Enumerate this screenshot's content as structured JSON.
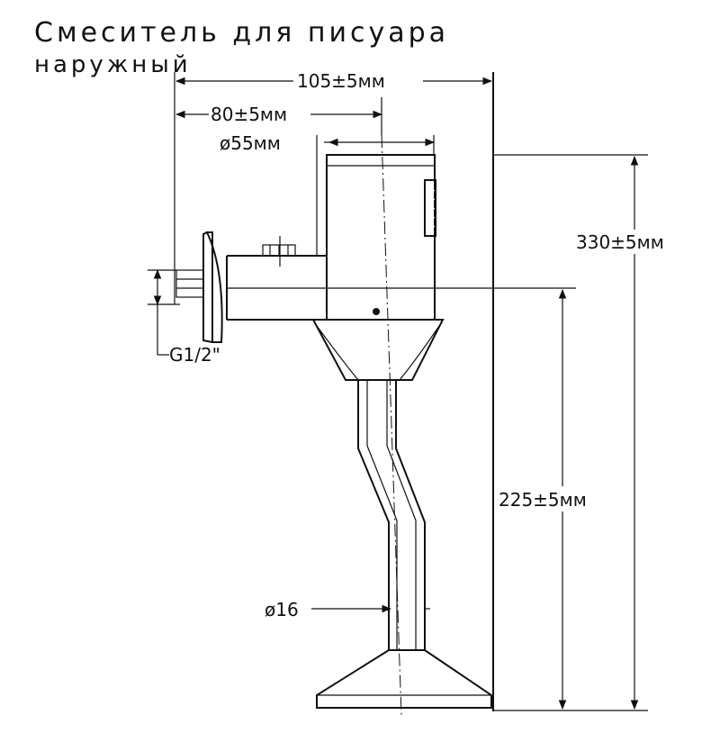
{
  "title": {
    "line1": "Смеситель для писуара",
    "line2": "наружный"
  },
  "dimensions": {
    "overall_width": "105±5мм",
    "offset_width": "80±5мм",
    "body_diameter": "ø55мм",
    "overall_height": "330±5мм",
    "lower_height": "225±5мм",
    "pipe_diameter": "ø16",
    "thread": "G1/2\""
  }
}
